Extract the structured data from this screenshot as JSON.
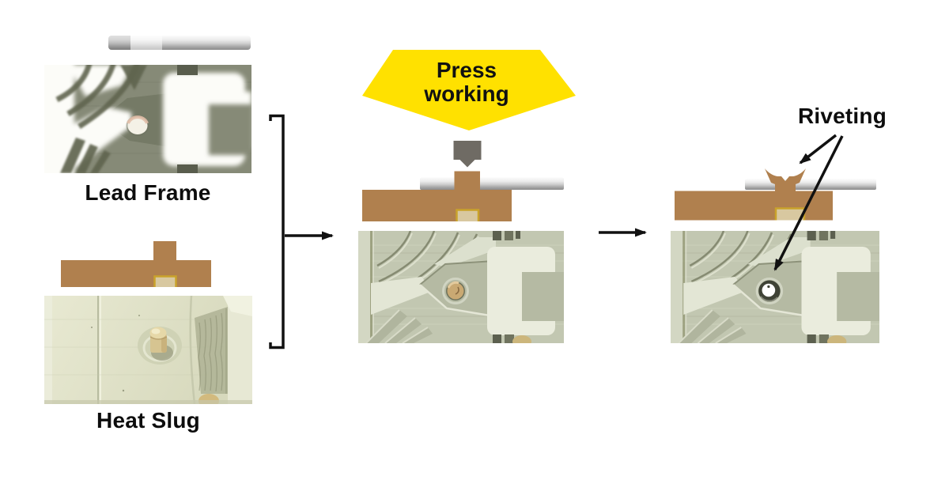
{
  "figure": {
    "type": "process-diagram",
    "steps": {
      "inputs_label_top": "Lead Frame",
      "inputs_label_bottom": "Heat Slug",
      "process_label": "Press working",
      "result_label": "Riveting"
    },
    "colors": {
      "press_arrow_yellow": "#ffe100",
      "copper_brown": "#b0804e",
      "insert_tan": "#d8c8a0",
      "insert_border_gold": "#c9a22b",
      "punch_gray": "#6f6b64",
      "connector_black": "#111111"
    },
    "icons": {
      "press_arrow": "fat-down-arrow",
      "punch": "press-punch-tool",
      "flow_arrows": "right-arrow",
      "bracket": "grouping-bracket",
      "riveting_arrows": "pointer-arrows"
    }
  }
}
